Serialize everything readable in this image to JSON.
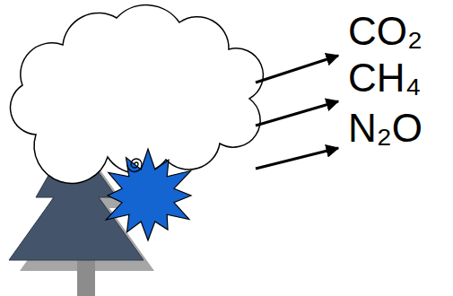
{
  "diagram": {
    "labels": [
      "CO₂",
      "CH₄",
      "N₂O"
    ]
  }
}
